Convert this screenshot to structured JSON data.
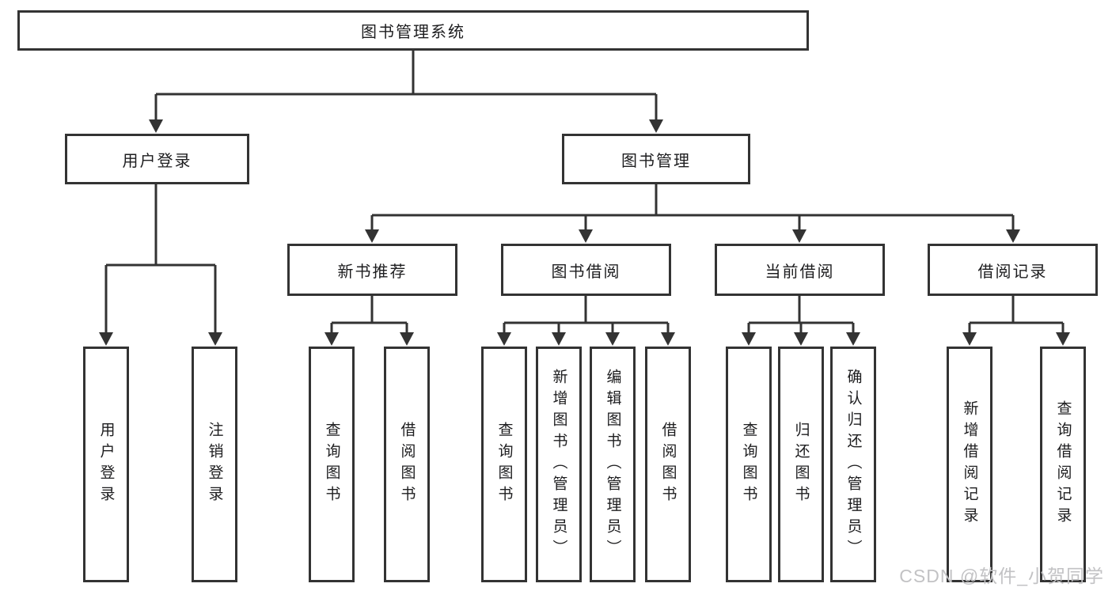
{
  "diagram": {
    "root": "图书管理系统",
    "level2": {
      "user_login": "用户登录",
      "book_mgmt": "图书管理"
    },
    "level3": {
      "new_books": "新书推荐",
      "book_borrow": "图书借阅",
      "current_borrow": "当前借阅",
      "borrow_records": "借阅记录"
    },
    "leaves": {
      "login": "用户登录",
      "logout": "注销登录",
      "nb_query": "查询图书",
      "nb_borrow": "借阅图书",
      "bb_query": "查询图书",
      "bb_add": "新增图书（管理员）",
      "bb_edit": "编辑图书（管理员）",
      "bb_borrow": "借阅图书",
      "cb_query": "查询图书",
      "cb_return": "归还图书",
      "cb_confirm": "确认归还（管理员）",
      "br_add": "新增借阅记录",
      "br_query": "查询借阅记录"
    }
  },
  "watermark": "CSDN @软件_小贺同学",
  "colors": {
    "line": "#333333",
    "text": "#1d1d1f",
    "background": "#ffffff",
    "watermark": "#c2c2c4"
  }
}
